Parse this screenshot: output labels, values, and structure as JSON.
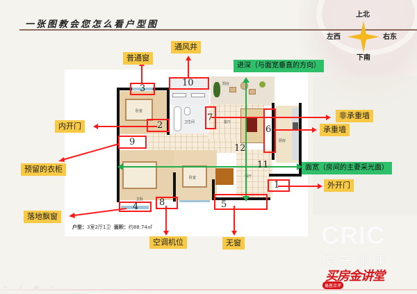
{
  "slide": {
    "title": "一张图教会您怎么看户型图",
    "colors": {
      "annotation_red": "#ff1a1a",
      "direction_green": "#1fae4b",
      "label_yellow": "#f8c945",
      "label_green": "#2fbf6b",
      "brand_red": "#d7141a"
    }
  },
  "compass": {
    "north": "上北",
    "south": "下南",
    "west": "左西",
    "east": "右东",
    "icon": "four-point-star-icon"
  },
  "floorplan": {
    "footer": {
      "type_label": "户型：",
      "type_value": "3室2厅1卫",
      "area_label": "面积：",
      "area_value": "约88.74㎡"
    },
    "rooms": {
      "bedroom_1": "卧室",
      "bathroom": "卫生间",
      "living_room": "客厅",
      "balcony": "阳台",
      "kitchen": "厨房",
      "bedroom_2": "卧室",
      "master_bedroom": "主卧",
      "dining_room": "餐厅"
    },
    "markers": [
      {
        "number": "1",
        "label": "外开门"
      },
      {
        "number": "2",
        "label": "内开门"
      },
      {
        "number": "3",
        "label": "普通窗"
      },
      {
        "number": "4",
        "label": "落地飘窗"
      },
      {
        "number": "5",
        "label": "无窗"
      },
      {
        "number": "6",
        "label": "承重墙"
      },
      {
        "number": "7",
        "label": "非承重墙"
      },
      {
        "number": "8",
        "label": "空调机位"
      },
      {
        "number": "9",
        "label": "预留的衣柜"
      },
      {
        "number": "10",
        "label": "通风井"
      },
      {
        "number": "11",
        "label": "面宽（房间的主要采光面）"
      },
      {
        "number": "12",
        "label": "进深（与面宽垂直的方向）"
      }
    ]
  },
  "watermark": {
    "logo": "CRIC",
    "subtitle": "房产测评",
    "brand": "买房金讲堂",
    "brand_tag": "易居点评"
  },
  "nav": {
    "icons": [
      "prev-icon",
      "pen-icon",
      "menu-icon",
      "next-icon"
    ],
    "glyphs": "⇦ ╱ ▤ ⇨"
  }
}
